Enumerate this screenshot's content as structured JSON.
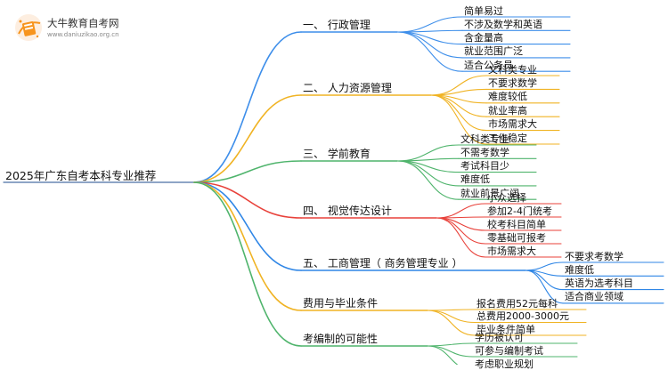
{
  "logo": {
    "title": "大牛教育自考网",
    "url": "www.daniuzikao.org.cn"
  },
  "root": {
    "label": "2025年广东自考本科专业推荐"
  },
  "branches": [
    {
      "label": "一、 行政管理",
      "color": "#3d8eea",
      "children": [
        "简单易过",
        "不涉及数学和英语",
        "含金量高",
        "就业范围广泛",
        "适合公务员"
      ]
    },
    {
      "label": "二、 人力资源管理",
      "color": "#f0b323",
      "children": [
        "文科类专业",
        "不要求数学",
        "难度较低",
        "就业率高",
        "市场需求大",
        "工作稳定"
      ]
    },
    {
      "label": "三、 学前教育",
      "color": "#4fb46c",
      "children": [
        "文科类专业",
        "不需考数学",
        "考试科目少",
        "难度低",
        "就业前景广阔"
      ]
    },
    {
      "label": "四、 视觉传达设计",
      "color": "#e8413a",
      "children": [
        "小众选择",
        "参加2-4门统考",
        "校考科目简单",
        "零基础可报考",
        "市场需求大"
      ]
    },
    {
      "label": "五、 工商管理（ 商务管理专业 ）",
      "color": "#2f86e6",
      "children": [
        "不要求考数学",
        "难度低",
        "英语为选考科目",
        "适合商业领域"
      ]
    },
    {
      "label": "费用与毕业条件",
      "color": "#f0b323",
      "children": [
        "报名费用52元每科",
        "总费用2000-3000元",
        "毕业条件简单"
      ]
    },
    {
      "label": "考编制的可能性",
      "color": "#4fb46c",
      "children": [
        "学历被认可",
        "可参与编制考试",
        "考虑职业规划"
      ]
    }
  ]
}
